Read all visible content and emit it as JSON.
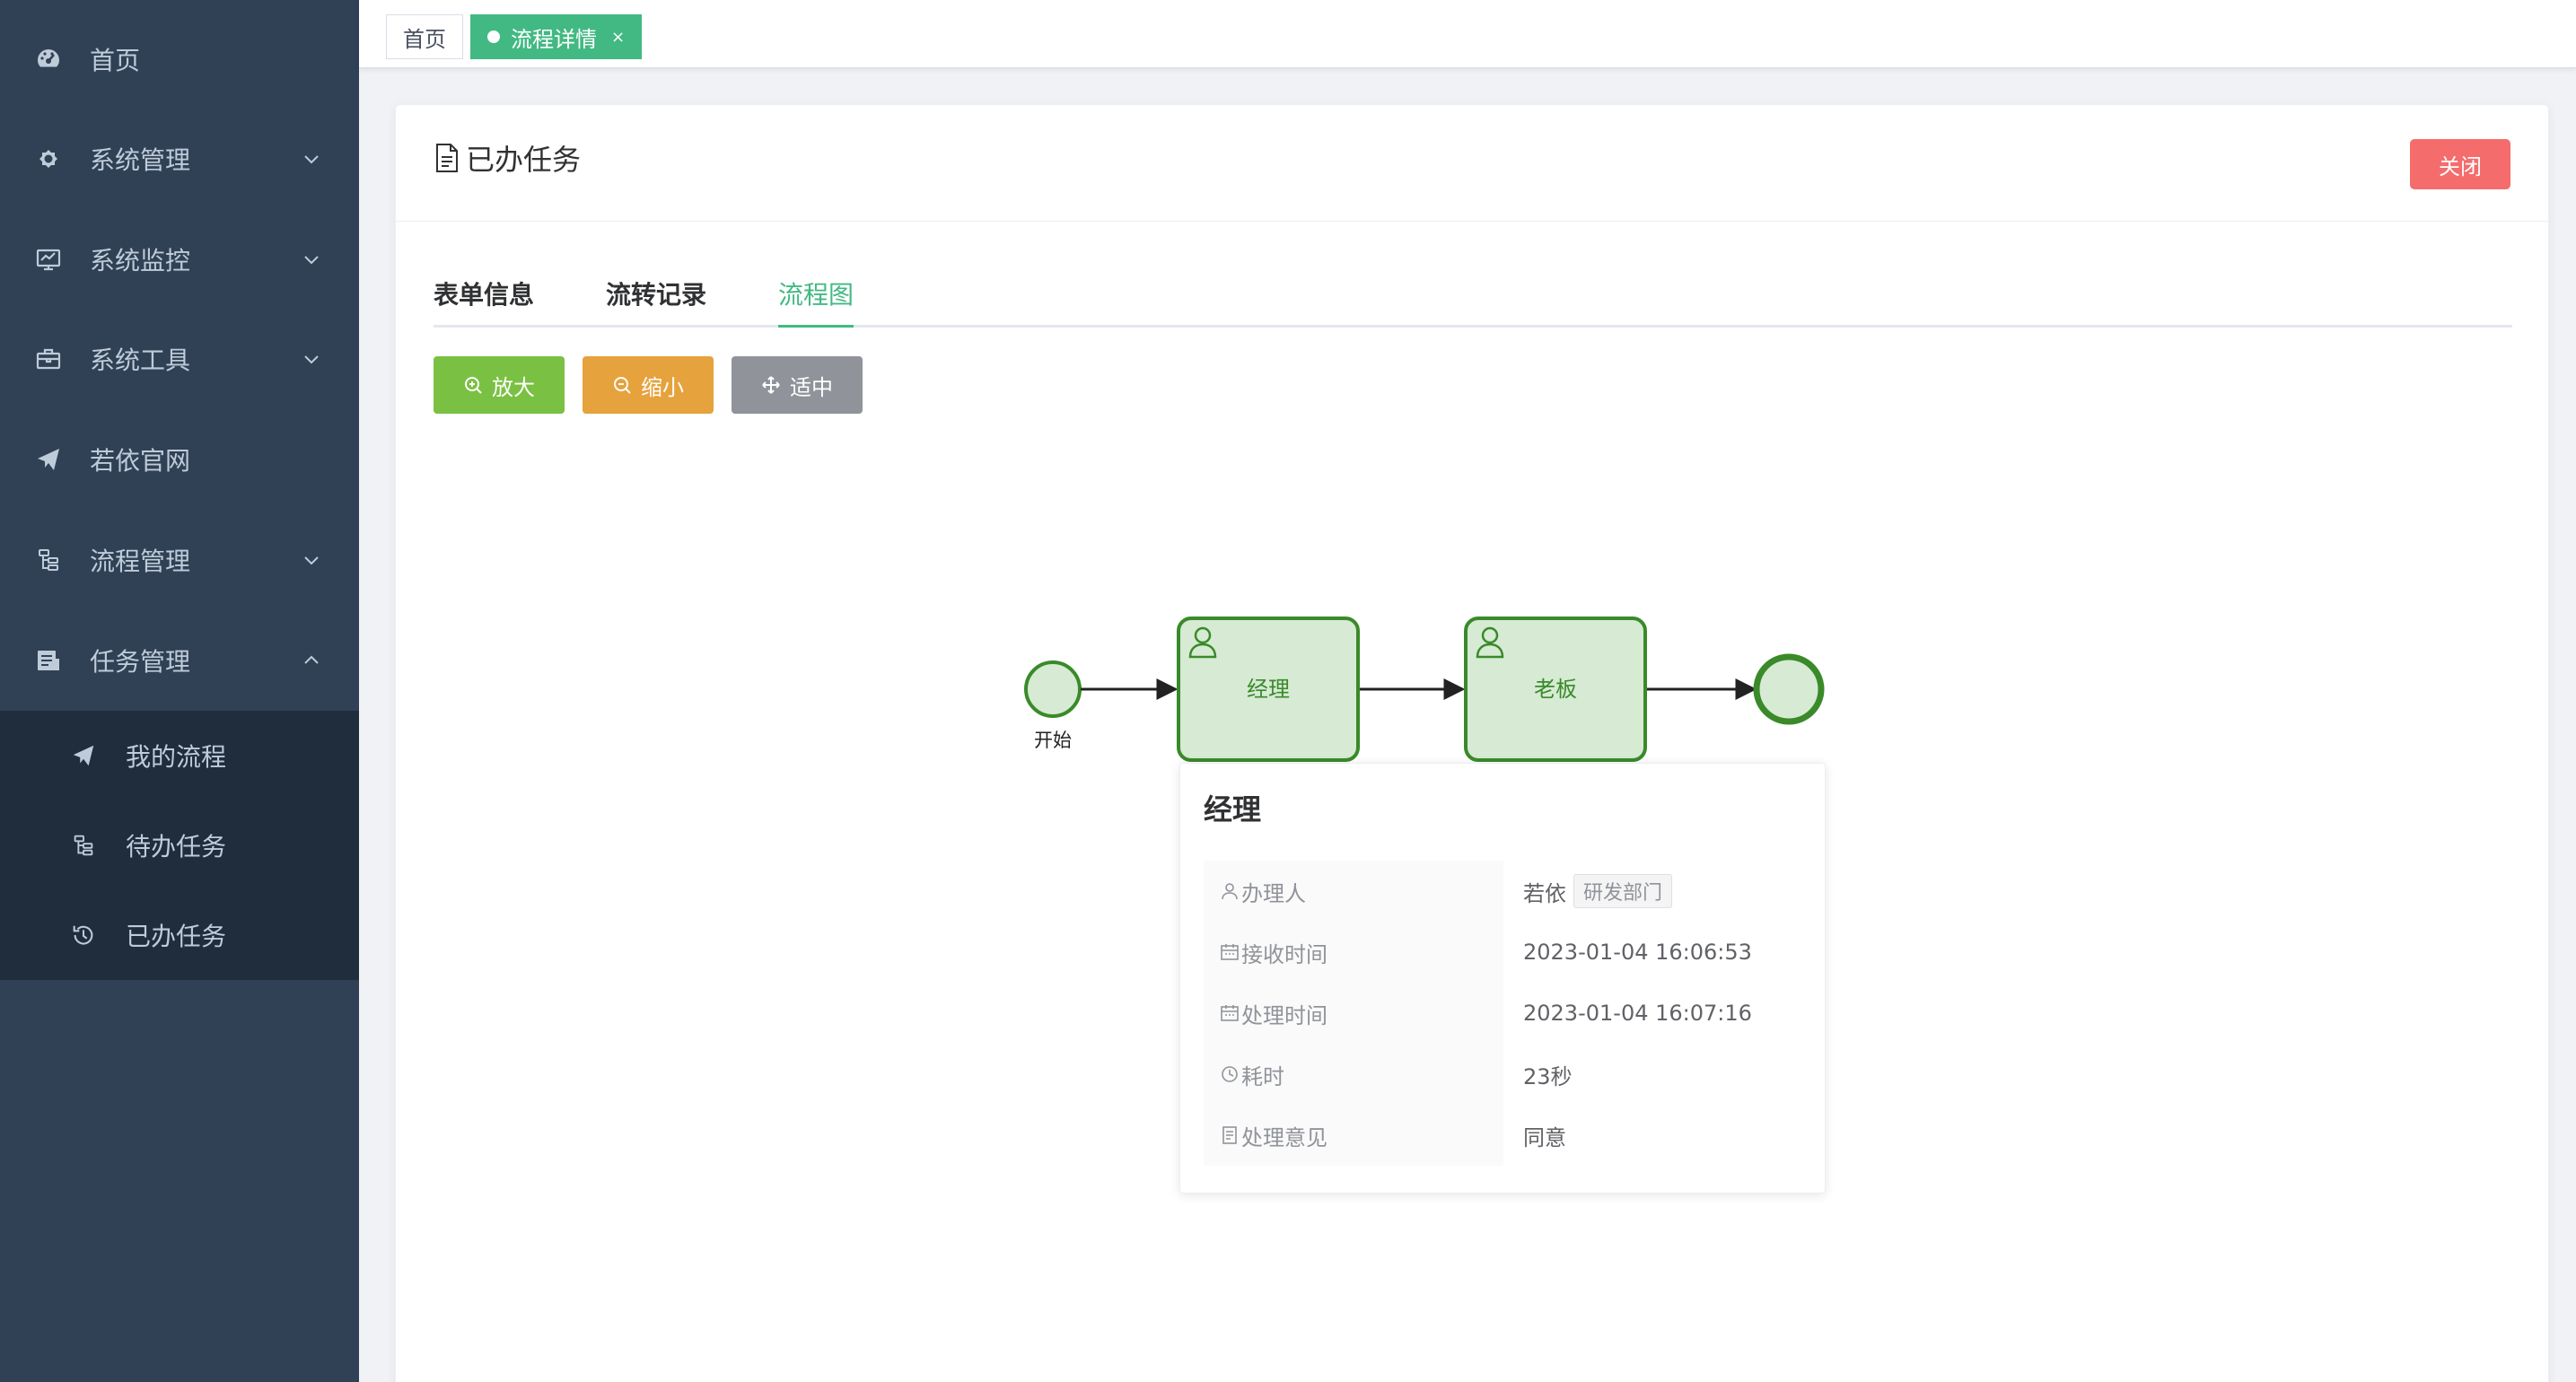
{
  "sidebar": {
    "items": [
      {
        "label": "首页",
        "icon": "dashboard-icon"
      },
      {
        "label": "系统管理",
        "icon": "gear-icon"
      },
      {
        "label": "系统监控",
        "icon": "monitor-icon"
      },
      {
        "label": "系统工具",
        "icon": "toolbox-icon"
      },
      {
        "label": "若依官网",
        "icon": "paper-plane-icon"
      },
      {
        "label": "流程管理",
        "icon": "tree-icon"
      },
      {
        "label": "任务管理",
        "icon": "task-icon"
      }
    ],
    "submenu": [
      {
        "label": "我的流程",
        "icon": "paper-plane-icon"
      },
      {
        "label": "待办任务",
        "icon": "tree-icon"
      },
      {
        "label": "已办任务",
        "icon": "history-icon"
      }
    ]
  },
  "tags": {
    "home": "首页",
    "active": "流程详情",
    "close": "×"
  },
  "card": {
    "title": "已办任务",
    "close_label": "关闭"
  },
  "tabs": [
    "表单信息",
    "流转记录",
    "流程图"
  ],
  "toolbar": {
    "zoom_in": "放大",
    "zoom_out": "缩小",
    "fit": "适中"
  },
  "diagram": {
    "start_label": "开始",
    "task1": "经理",
    "task2": "老板"
  },
  "info": {
    "title": "经理",
    "rows": [
      {
        "label": "办理人",
        "value": "若依",
        "tag": "研发部门"
      },
      {
        "label": "接收时间",
        "value": "2023-01-04 16:06:53"
      },
      {
        "label": "处理时间",
        "value": "2023-01-04 16:07:16"
      },
      {
        "label": "耗时",
        "value": "23秒"
      },
      {
        "label": "处理意见",
        "value": "同意"
      }
    ]
  },
  "colors": {
    "sidebar_bg": "#304156",
    "submenu_bg": "#1f2d3d",
    "accent": "#42b983",
    "danger": "#f56c6c",
    "success": "#7ac143",
    "warning": "#e6a23c",
    "info": "#909399",
    "task_fill": "#d6ead4",
    "task_stroke": "#3a8a29"
  }
}
